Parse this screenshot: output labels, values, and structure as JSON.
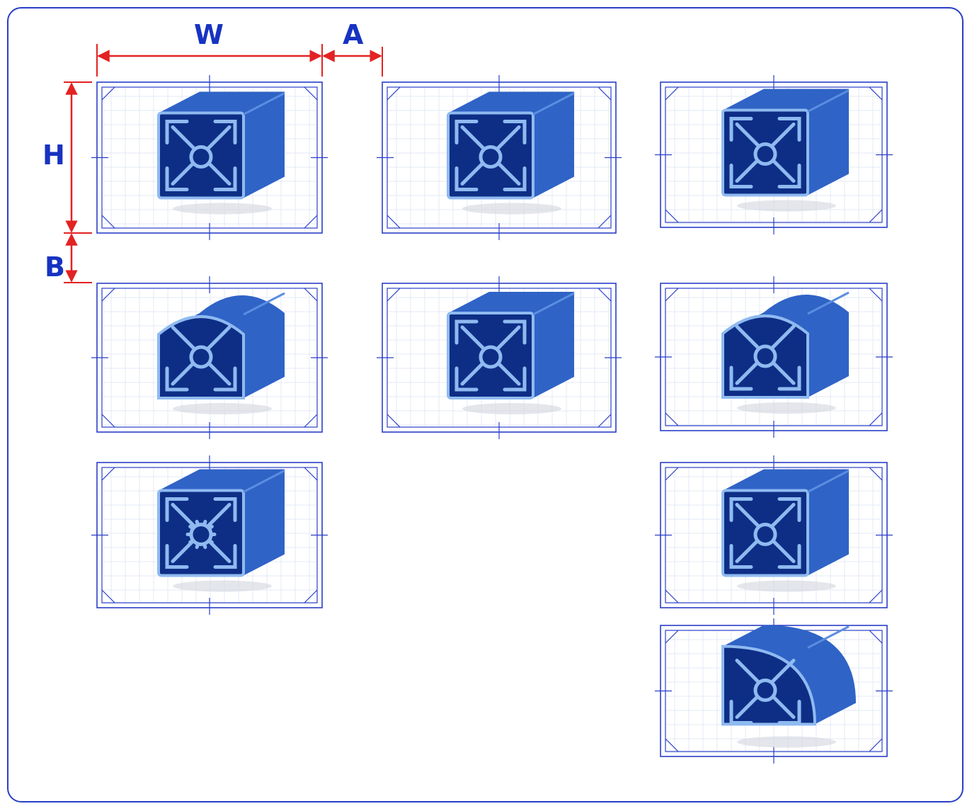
{
  "dimensions": {
    "w_label": "W",
    "a_label": "A",
    "h_label": "H",
    "b_label": "B"
  },
  "colors": {
    "frame": "#2a3fc7",
    "dimension_line": "#e32222",
    "label": "#1733c2",
    "profile_body": "#2f63c6",
    "profile_face": "#0e2e86",
    "profile_edge": "#8fbaf0"
  },
  "profiles": [
    {
      "id": "p1",
      "variant": "double-slot-cross"
    },
    {
      "id": "p2",
      "variant": "single-slot-rounded-corner"
    },
    {
      "id": "p3",
      "variant": "triple-slot"
    },
    {
      "id": "p4",
      "variant": "rounded-top-slotted"
    },
    {
      "id": "p5",
      "variant": "triple-slot-square"
    },
    {
      "id": "p6",
      "variant": "single-arc-top"
    },
    {
      "id": "p7",
      "variant": "four-slot-gear-core"
    },
    {
      "id": "p8",
      "variant": "four-slot-wide"
    },
    {
      "id": "p9",
      "variant": "quarter-round"
    }
  ]
}
